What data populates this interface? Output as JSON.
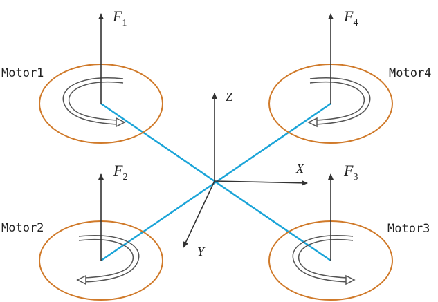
{
  "motors": [
    {
      "label": "Motor1",
      "force": "F",
      "force_sub": "1",
      "spin": "ccw"
    },
    {
      "label": "Motor4",
      "force": "F",
      "force_sub": "4",
      "spin": "cw"
    },
    {
      "label": "Motor2",
      "force": "F",
      "force_sub": "2",
      "spin": "cw"
    },
    {
      "label": "Motor3",
      "force": "F",
      "force_sub": "3",
      "spin": "ccw"
    }
  ],
  "axes": {
    "x": "X",
    "y": "Y",
    "z": "Z"
  },
  "colors": {
    "rotor_ring": "#d07a2a",
    "arm": "#1aa4d8",
    "line": "#333333"
  }
}
